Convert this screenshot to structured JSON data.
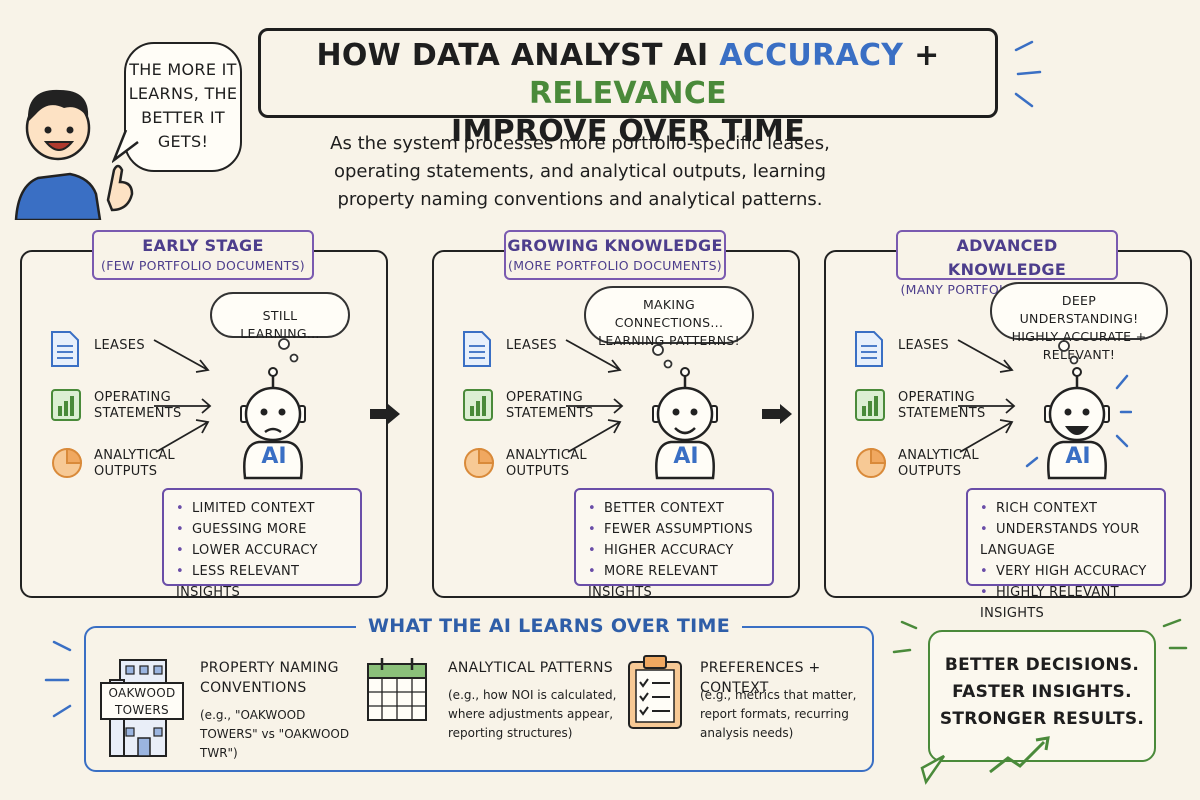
{
  "title": {
    "line1_a": "How Data Analyst AI ",
    "line1_accuracy": "Accuracy",
    "line1_plus": " + ",
    "line1_relevance": "Relevance",
    "line2": "Improve Over Time"
  },
  "speech": "The more it learns, the better it gets!",
  "intro": "As the system processes more portfolio-specific leases, operating statements, and analytical outputs, learning property naming conventions and analytical patterns.",
  "inputs": {
    "leases": "Leases",
    "operating": "Operating Statements",
    "analytical": "Analytical Outputs"
  },
  "robot_label": "AI",
  "stages": [
    {
      "name": "Early Stage",
      "sub": "(Few Portfolio Documents)",
      "thought": "Still Learning...",
      "bullets": [
        "Limited Context",
        "Guessing More",
        "Lower Accuracy",
        "Less Relevant Insights"
      ]
    },
    {
      "name": "Growing Knowledge",
      "sub": "(More Portfolio Documents)",
      "thought": "Making Connections... Learning Patterns!",
      "bullets": [
        "Better Context",
        "Fewer Assumptions",
        "Higher Accuracy",
        "More Relevant Insights"
      ]
    },
    {
      "name": "Advanced Knowledge",
      "sub": "(Many Portfolio Documents)",
      "thought": "Deep Understanding! Highly Accurate + Relevant!",
      "bullets": [
        "Rich Context",
        "Understands Your Language",
        "Very High Accuracy",
        "Highly Relevant Insights"
      ]
    }
  ],
  "learns": {
    "title": "What the AI Learns Over Time",
    "building_sign": "Oakwood Towers",
    "items": [
      {
        "title": "Property Naming Conventions",
        "desc": "(e.g., \"OAKWOOD TOWERS\" vs \"OAKWOOD TWR\")"
      },
      {
        "title": "Analytical Patterns",
        "desc": "(e.g., how NOI is calculated, where adjustments appear, reporting structures)"
      },
      {
        "title": "Preferences + Context",
        "desc": "(e.g., metrics that matter, report formats, recurring analysis needs)"
      }
    ]
  },
  "result": [
    "Better Decisions.",
    "Faster Insights.",
    "Stronger Results."
  ],
  "colors": {
    "blue": "#3a6fc4",
    "green": "#4a8a3a",
    "purple": "#6a4ea8",
    "orange": "#f0a860"
  }
}
